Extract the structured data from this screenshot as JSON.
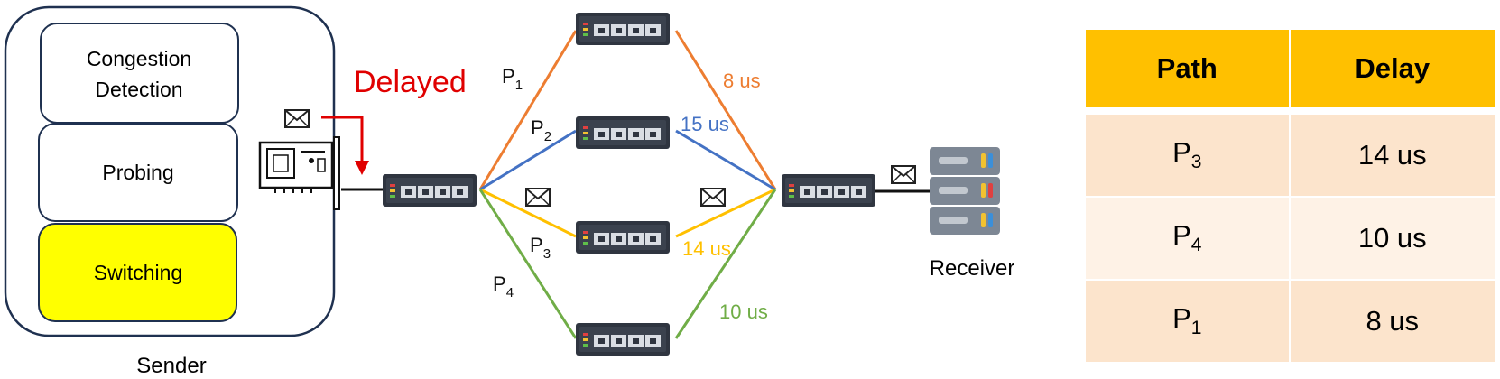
{
  "sender": {
    "label": "Sender",
    "modules": [
      {
        "line1": "Congestion",
        "line2": "Detection"
      },
      {
        "line1": "Probing"
      },
      {
        "line1": "Switching"
      }
    ],
    "highlight_color": "#ffff00"
  },
  "delayed_label": "Delayed",
  "receiver_label": "Receiver",
  "paths": [
    {
      "id": "P",
      "sub": "1",
      "delay": "8 us",
      "color": "#ed7d31"
    },
    {
      "id": "P",
      "sub": "2",
      "delay": "15 us",
      "color": "#4472c4"
    },
    {
      "id": "P",
      "sub": "3",
      "delay": "14 us",
      "color": "#ffc000"
    },
    {
      "id": "P",
      "sub": "4",
      "delay": "10 us",
      "color": "#70ad47"
    }
  ],
  "icons": [
    "nic-card-icon",
    "switch-icon",
    "envelope-icon",
    "server-icon"
  ],
  "table": {
    "headers": [
      "Path",
      "Delay"
    ],
    "rows": [
      {
        "path": "P",
        "sub": "3",
        "delay": "14 us"
      },
      {
        "path": "P",
        "sub": "4",
        "delay": "10 us"
      },
      {
        "path": "P",
        "sub": "1",
        "delay": "8 us"
      }
    ],
    "header_color": "#ffc000"
  }
}
